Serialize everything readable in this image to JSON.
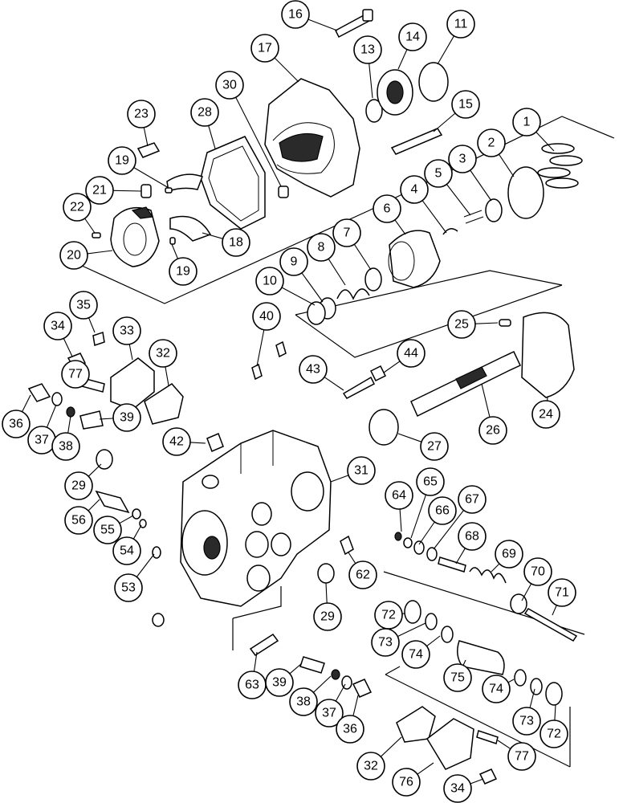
{
  "diagram": {
    "callouts": [
      {
        "label": "16"
      },
      {
        "label": "17"
      },
      {
        "label": "13"
      },
      {
        "label": "14"
      },
      {
        "label": "11"
      },
      {
        "label": "30"
      },
      {
        "label": "28"
      },
      {
        "label": "23"
      },
      {
        "label": "15"
      },
      {
        "label": "1"
      },
      {
        "label": "2"
      },
      {
        "label": "3"
      },
      {
        "label": "19"
      },
      {
        "label": "5"
      },
      {
        "label": "21"
      },
      {
        "label": "4"
      },
      {
        "label": "22"
      },
      {
        "label": "6"
      },
      {
        "label": "18"
      },
      {
        "label": "20"
      },
      {
        "label": "7"
      },
      {
        "label": "8"
      },
      {
        "label": "19"
      },
      {
        "label": "9"
      },
      {
        "label": "10"
      },
      {
        "label": "35"
      },
      {
        "label": "40"
      },
      {
        "label": "25"
      },
      {
        "label": "34"
      },
      {
        "label": "33"
      },
      {
        "label": "32"
      },
      {
        "label": "43"
      },
      {
        "label": "44"
      },
      {
        "label": "77"
      },
      {
        "label": "36"
      },
      {
        "label": "39"
      },
      {
        "label": "24"
      },
      {
        "label": "37"
      },
      {
        "label": "38"
      },
      {
        "label": "26"
      },
      {
        "label": "42"
      },
      {
        "label": "27"
      },
      {
        "label": "31"
      },
      {
        "label": "29"
      },
      {
        "label": "64"
      },
      {
        "label": "65"
      },
      {
        "label": "67"
      },
      {
        "label": "56"
      },
      {
        "label": "66"
      },
      {
        "label": "55"
      },
      {
        "label": "68"
      },
      {
        "label": "54"
      },
      {
        "label": "62"
      },
      {
        "label": "69"
      },
      {
        "label": "70"
      },
      {
        "label": "53"
      },
      {
        "label": "71"
      },
      {
        "label": "72"
      },
      {
        "label": "29"
      },
      {
        "label": "73"
      },
      {
        "label": "74"
      },
      {
        "label": "75"
      },
      {
        "label": "74"
      },
      {
        "label": "63"
      },
      {
        "label": "39"
      },
      {
        "label": "38"
      },
      {
        "label": "37"
      },
      {
        "label": "36"
      },
      {
        "label": "73"
      },
      {
        "label": "72"
      },
      {
        "label": "32"
      },
      {
        "label": "77"
      },
      {
        "label": "76"
      },
      {
        "label": "34"
      }
    ]
  }
}
